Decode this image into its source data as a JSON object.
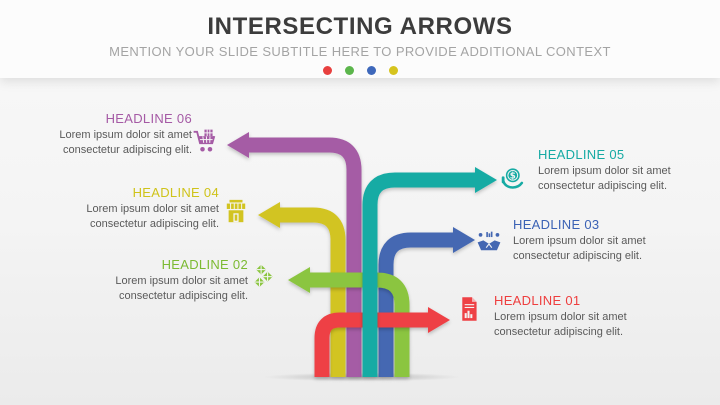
{
  "slide": {
    "title": "INTERSECTING ARROWS",
    "subtitle": "MENTION YOUR SLIDE SUBTITLE HERE TO PROVIDE ADDITIONAL CONTEXT",
    "divider_dots": [
      {
        "name": "red",
        "color": "#e8403f"
      },
      {
        "name": "green",
        "color": "#5cb64c"
      },
      {
        "name": "blue",
        "color": "#3e68bb"
      },
      {
        "name": "yellow",
        "color": "#d6c41e"
      }
    ]
  },
  "items": {
    "h06": {
      "headline": "HEADLINE 06",
      "body": "Lorem ipsum dolor sit amet consectetur adipiscing elit.",
      "headline_color": "#a55aa5",
      "arrow_color": "#a55ba5",
      "icon": "shopping-cart-icon",
      "side": "left"
    },
    "h05": {
      "headline": "HEADLINE 05",
      "body": "Lorem ipsum dolor sit amet consectetur adipiscing elit.",
      "headline_color": "#16aaa4",
      "arrow_color": "#17aba4",
      "icon": "money-hand-icon",
      "side": "right"
    },
    "h04": {
      "headline": "HEADLINE 04",
      "body": "Lorem ipsum dolor sit amet consectetur adipiscing elit.",
      "headline_color": "#cfc31a",
      "arrow_color": "#d2c421",
      "icon": "storefront-icon",
      "side": "left"
    },
    "h03": {
      "headline": "HEADLINE 03",
      "body": "Lorem ipsum dolor sit amet consectetur adipiscing elit.",
      "headline_color": "#3b62b5",
      "arrow_color": "#4467b2",
      "icon": "handshake-icon",
      "side": "right"
    },
    "h02": {
      "headline": "HEADLINE 02",
      "body": "Lorem ipsum dolor sit amet consectetur adipiscing elit.",
      "headline_color": "#7cba32",
      "arrow_color": "#8bc53f",
      "icon": "packages-icon",
      "side": "left"
    },
    "h01": {
      "headline": "HEADLINE 01",
      "body": "Lorem ipsum dolor sit amet consectetur adipiscing elit.",
      "headline_color": "#ee3e3e",
      "arrow_color": "#ee4145",
      "icon": "report-icon",
      "side": "right"
    }
  }
}
